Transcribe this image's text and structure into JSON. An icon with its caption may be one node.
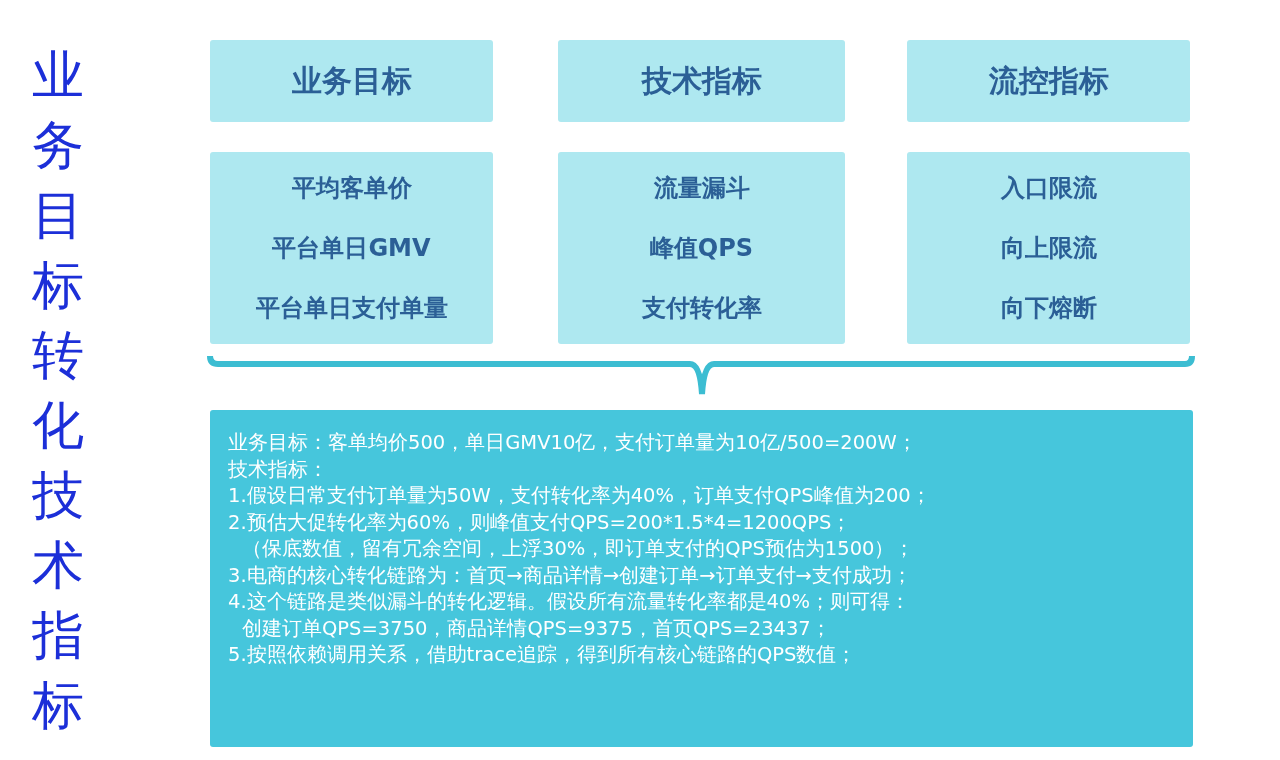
{
  "diagram": {
    "title": "业务目标转化技术指标",
    "nodes": [
      {
        "text": [
          "业务目标"
        ]
      },
      {
        "text": [
          "技术指标"
        ]
      },
      {
        "text": [
          "流控指标"
        ]
      },
      {
        "text": [
          "平均客单价",
          "平台单日GMV",
          "平台单日支付单量"
        ]
      },
      {
        "text": [
          "流量漏斗",
          "峰值QPS",
          "支付转化率"
        ]
      },
      {
        "text": [
          "入口限流",
          "向上限流",
          "向下熔断"
        ]
      },
      {
        "text": [
          "业务目标：客单均价500，单日GMV10亿，支付订单量为10亿/500=200W；",
          "技术指标：",
          "1.假设日常支付订单量为50W，支付转化率为40%，订单支付QPS峰值为200；",
          "2.预估大促转化率为60%，则峰值支付QPS=200*1.5*4=1200QPS；",
          "（保底数值，留有冗余空间，上浮30%，即订单支付的QPS预估为1500）；",
          "3.电商的核心转化链路为：首页→商品详情→创建订单→订单支付→支付成功；",
          "4.这个链路是类似漏斗的转化逻辑。假设所有流量转化率都是40%；则可得：",
          "创建订单QPS=3750，商品详情QPS=9375，首页QPS=23437；",
          "5.按照依赖调用关系，借助trace追踪，得到所有核心链路的QPS数值；"
        ]
      }
    ],
    "edges": []
  }
}
